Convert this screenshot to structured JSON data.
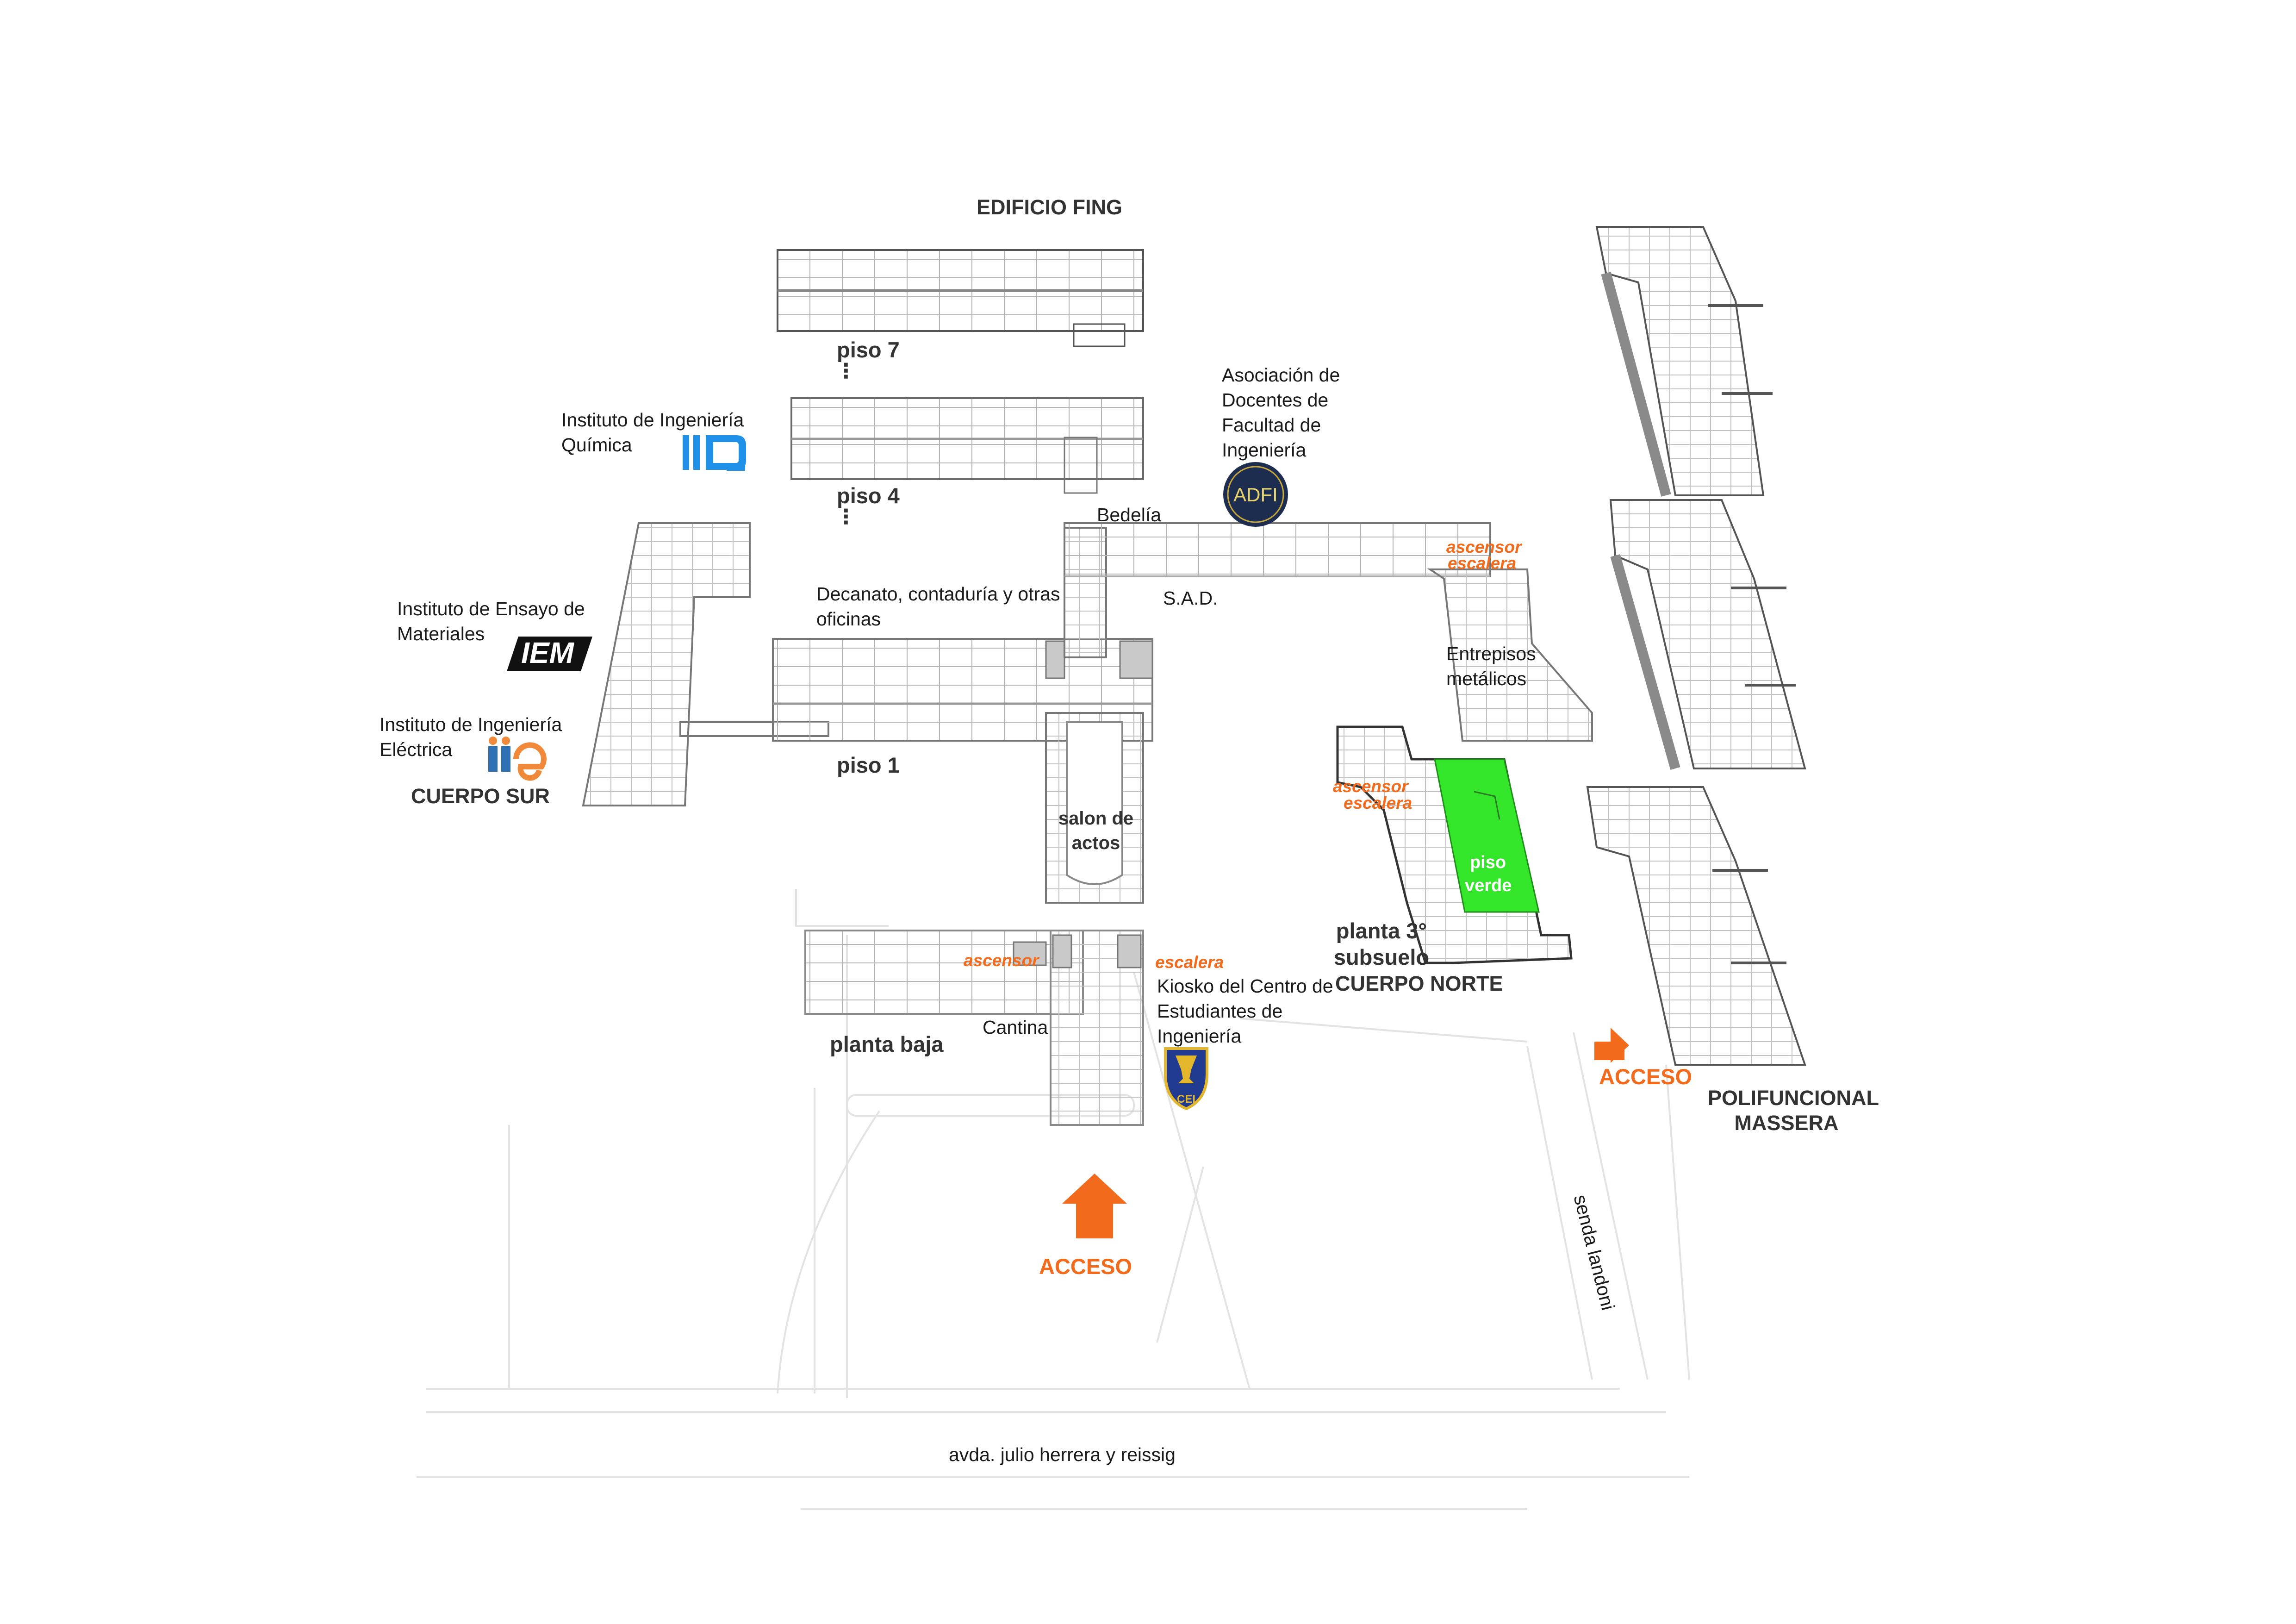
{
  "headings": {
    "edificio_fing": "EDIFICIO FING",
    "cuerpo_sur": "CUERPO SUR",
    "cuerpo_norte": "CUERPO NORTE",
    "polifuncional": "POLIFUNCIONAL MASSERA"
  },
  "floors": {
    "piso7": "piso 7",
    "piso4": "piso 4",
    "piso1": "piso 1",
    "planta_baja": "planta baja",
    "planta_3_subsuelo": "planta 3° subsuelo",
    "ellipsis": "⋮"
  },
  "labels": {
    "iiq": "Instituto de Ingeniería Química",
    "adfi": "Asociación de Docentes de Facultad de Ingeniería",
    "bedelia": "Bedelía",
    "iem": "Instituto de Ensayo de Materiales",
    "decanato": "Decanato, contaduría y otras oficinas",
    "sad": "S.A.D.",
    "entrepisos": "Entrepisos metálicos",
    "iie": "Instituto de Ingeniería Eléctrica",
    "salon_actos": "salon de actos",
    "piso_verde": "piso verde",
    "cantina": "Cantina",
    "kiosko": "Kiosko del Centro de Estudiantes de Ingeniería",
    "avenida": "avda. julio herrera y reissig",
    "senda": "senda landoni"
  },
  "vertical": {
    "ascensor": "ascensor",
    "escalera": "escalera"
  },
  "access": {
    "main": "ACCESO",
    "side": "ACCESO"
  },
  "logos": {
    "adfi": "ADFI",
    "iiq": "IIQ",
    "iem": "IEM",
    "iie": "iie",
    "cei": "CEI"
  },
  "colors": {
    "accent_orange": "#f26b1d",
    "green_floor": "#33e629",
    "plan_lines": "#8a8a8a",
    "text_dark": "#333333",
    "iiq_blue": "#1e90e8",
    "adfi_navy": "#1c2d4f",
    "iie_blue": "#2f6fb3",
    "iie_orange": "#f08a3a"
  }
}
